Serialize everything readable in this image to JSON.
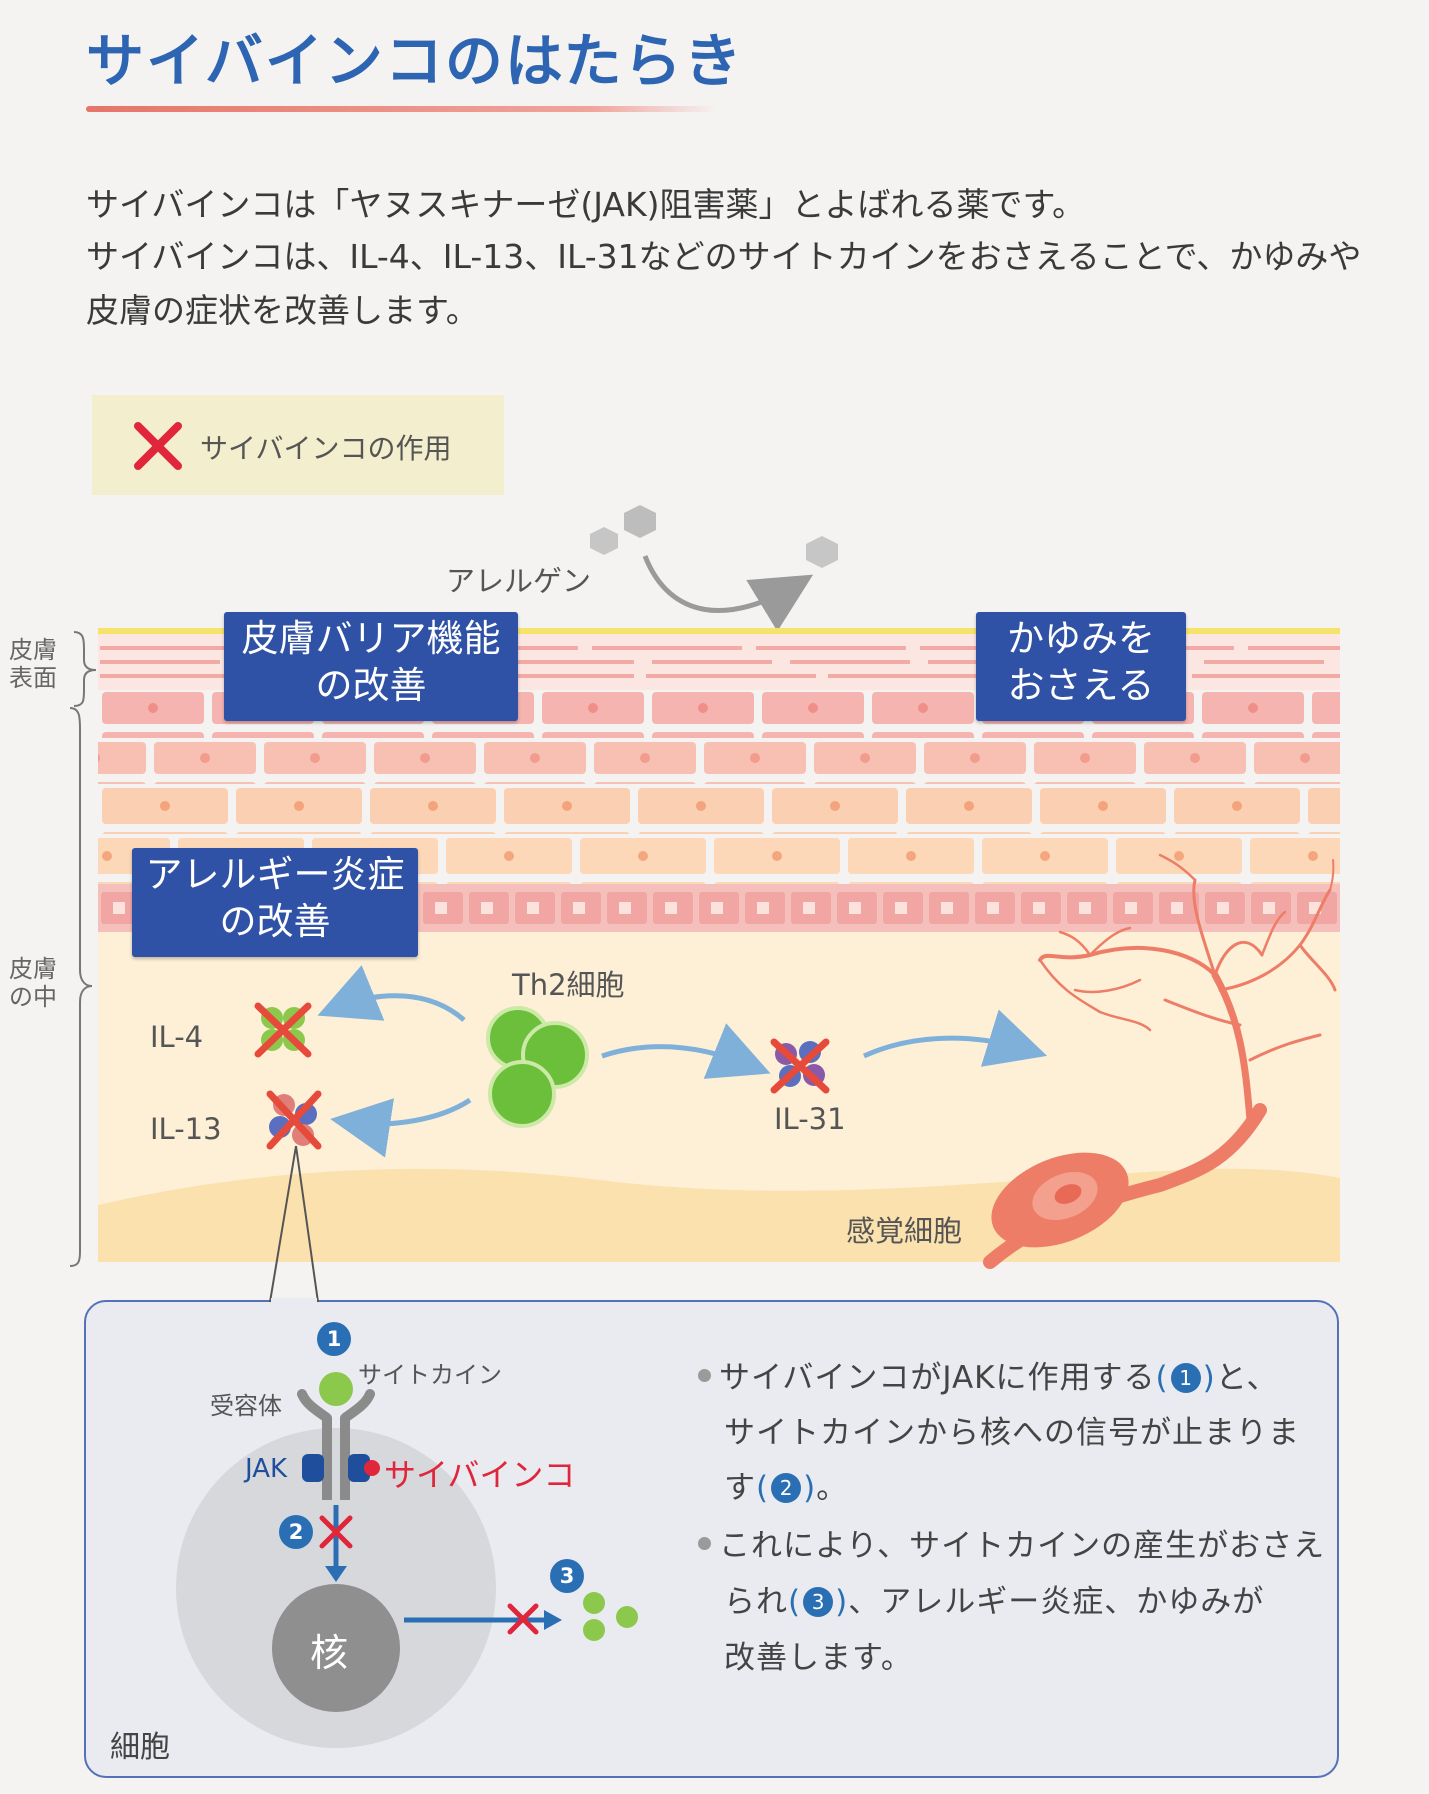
{
  "title": "サイバインコのはたらき",
  "intro": [
    "サイバインコは「ヤヌスキナーゼ(JAK)阻害薬」とよばれる薬です。",
    "サイバインコは、IL-4、IL-13、IL-31などのサイトカインをおさえることで、かゆみや",
    "皮膚の症状を改善します。"
  ],
  "legend": {
    "label": "サイバインコの作用",
    "icon": "red-x-icon"
  },
  "allergen_label": "アレルゲン",
  "callouts": {
    "barrier": [
      "皮膚バリア機能",
      "の改善"
    ],
    "itch": [
      "かゆみを",
      "おさえる"
    ],
    "allergy": [
      "アレルギー炎症",
      "の改善"
    ]
  },
  "side_labels": {
    "surface": [
      "皮膚",
      "表面"
    ],
    "inner": [
      "皮膚",
      "の中"
    ]
  },
  "diagram_labels": {
    "th2": "Th2細胞",
    "il4": "IL-4",
    "il13": "IL-13",
    "il31": "IL-31",
    "sensory": "感覚細胞"
  },
  "cell_panel": {
    "cytokine": "サイトカイン",
    "receptor": "受容体",
    "jak": "JAK",
    "drug": "サイバインコ",
    "nucleus": "核",
    "cell": "細胞",
    "step_numbers": [
      "1",
      "2",
      "3"
    ]
  },
  "notes": {
    "n1_a": "サイバインコがJAKに作用する",
    "n1_b": "と、",
    "n1_l2": "サイトカインから核への信号が止まりま",
    "n1_l3a": "す",
    "n1_l3b": "。",
    "n2_a": "これにより、サイトカインの産生がおさえ",
    "n2_b1": "られ",
    "n2_b2": "、アレルギー炎症、かゆみが",
    "n2_c": "改善します。"
  },
  "colors": {
    "title": "#2e65b2",
    "callout": "#2f51a6",
    "drug": "#e0263b",
    "accent_blue": "#2a6fb3",
    "cell_green": "#6cbf3a"
  }
}
